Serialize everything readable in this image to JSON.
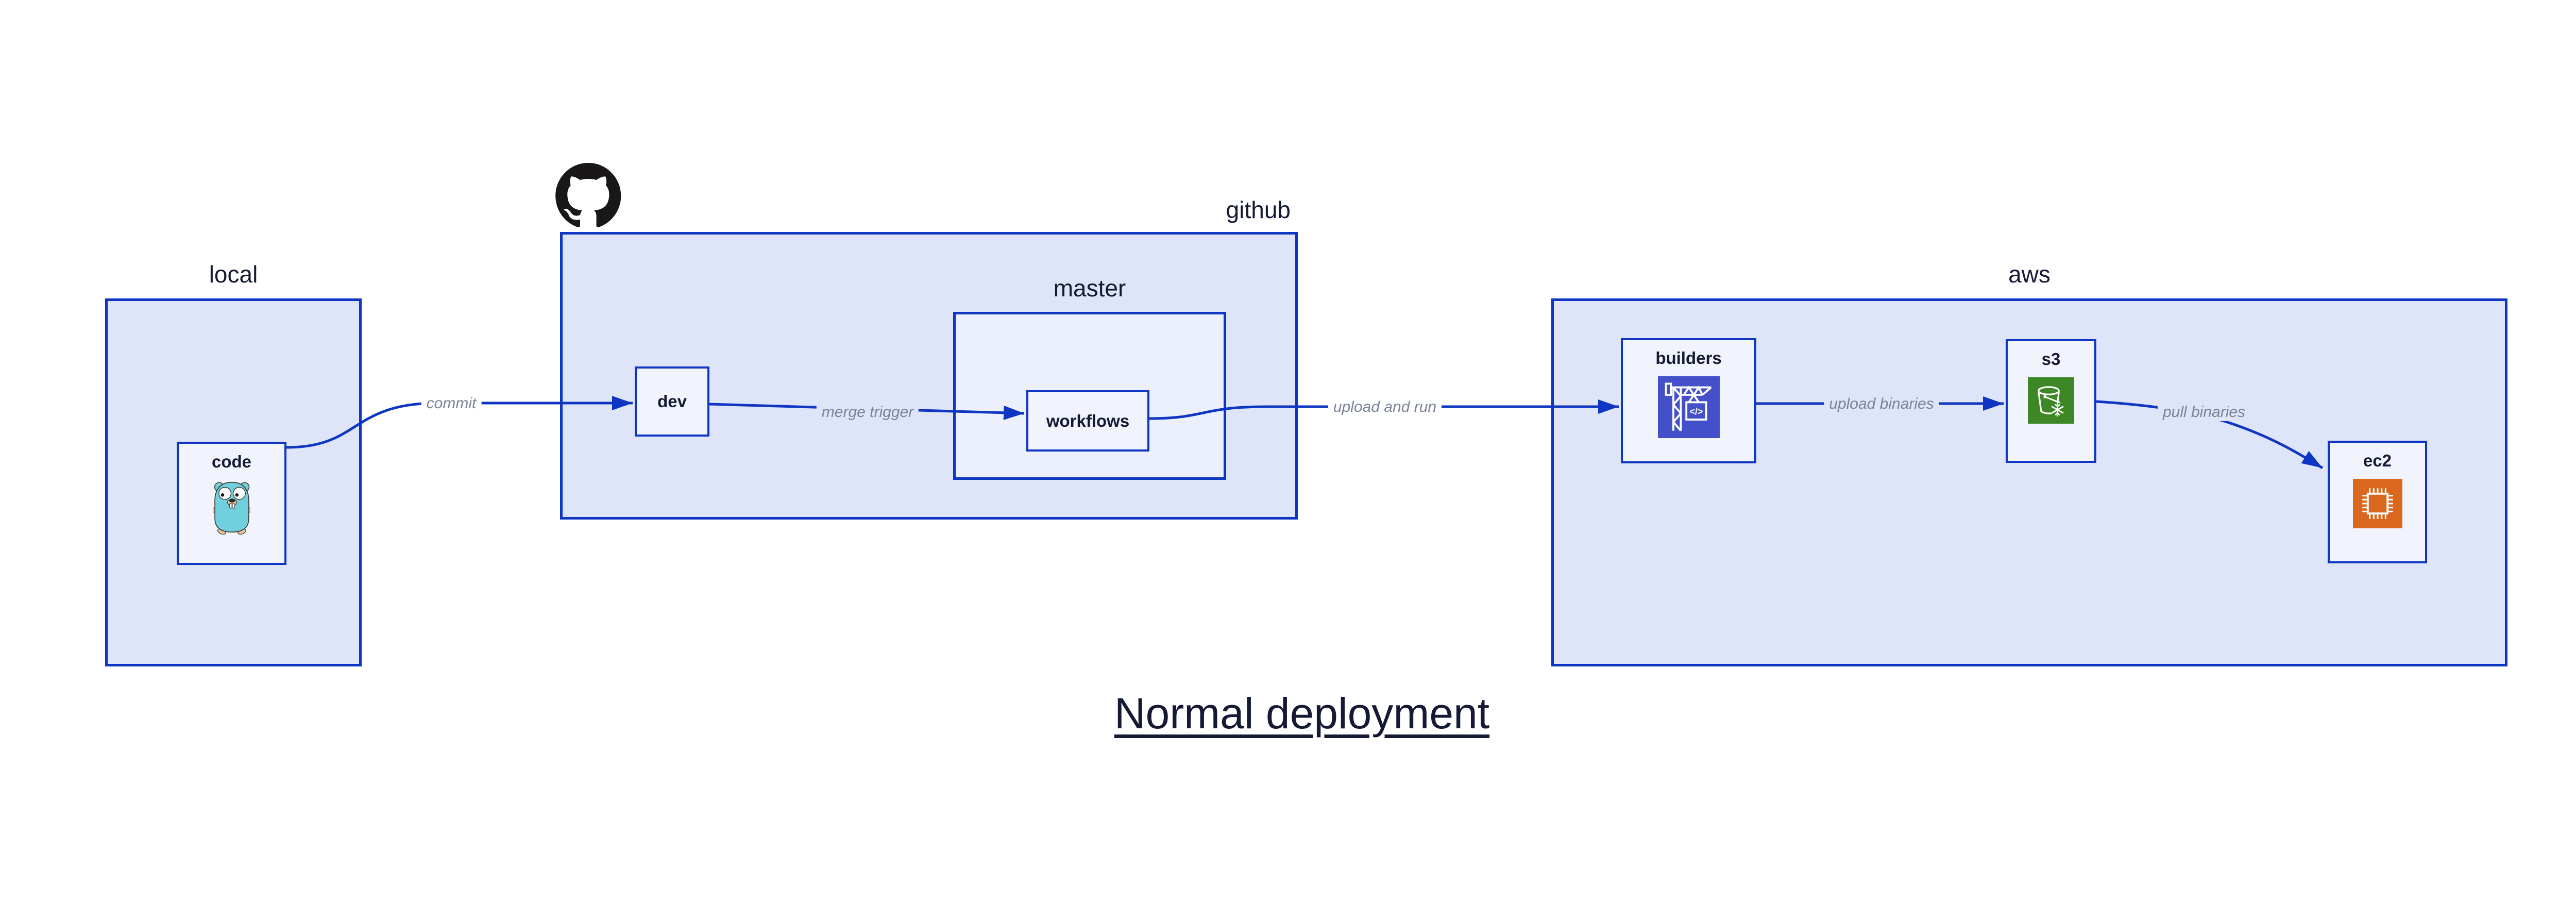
{
  "title": "Normal deployment",
  "containers": {
    "local": {
      "label": "local"
    },
    "github": {
      "label": "github",
      "logo": "github-octocat-icon"
    },
    "master": {
      "label": "master"
    },
    "aws": {
      "label": "aws"
    }
  },
  "nodes": {
    "code": {
      "label": "code",
      "icon": "go-gopher-icon",
      "parent": "local"
    },
    "dev": {
      "label": "dev",
      "parent": "github"
    },
    "workflows": {
      "label": "workflows",
      "parent": "master"
    },
    "builders": {
      "label": "builders",
      "icon": "aws-codebuild-icon",
      "parent": "aws"
    },
    "s3": {
      "label": "s3",
      "icon": "aws-s3-bucket-icon",
      "parent": "aws"
    },
    "ec2": {
      "label": "ec2",
      "icon": "aws-ec2-chip-icon",
      "parent": "aws"
    }
  },
  "edges": [
    {
      "from": "code",
      "to": "dev",
      "label": "commit"
    },
    {
      "from": "dev",
      "to": "workflows",
      "label": "merge trigger"
    },
    {
      "from": "workflows",
      "to": "builders",
      "label": "upload and run"
    },
    {
      "from": "builders",
      "to": "s3",
      "label": "upload binaries"
    },
    {
      "from": "s3",
      "to": "ec2",
      "label": "pull binaries"
    }
  ],
  "colors": {
    "edge_and_border_blue": "#0e36c3",
    "container_fill": "#dfe5f8",
    "nested_container_fill": "#ecf0fc",
    "leaf_fill": "#f1f3fd",
    "label_navy": "#141a33",
    "edge_label_gray": "#7b8398",
    "codebuild_indigo": "#4450c9",
    "s3_green": "#3d8727",
    "ec2_orange": "#d9671d",
    "gopher_teal": "#70d0dd",
    "github_black": "#191717",
    "page_background": "#ffffff"
  }
}
